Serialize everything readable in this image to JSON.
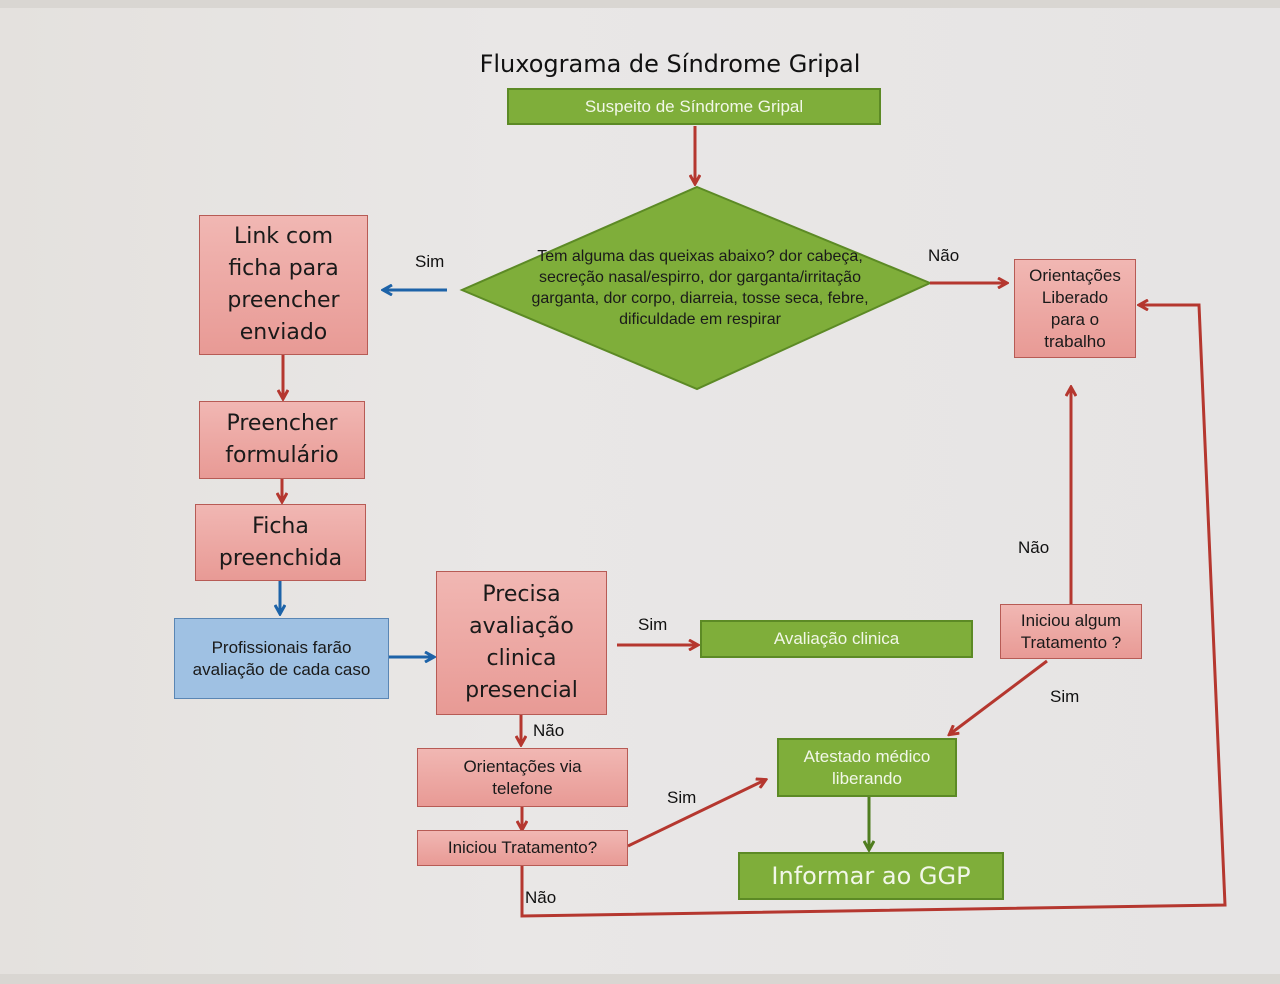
{
  "title": "Fluxograma de Síndrome Gripal",
  "nodes": {
    "suspeito": "Suspeito de Síndrome Gripal",
    "decisao_queixas": "Tem alguma das queixas abaixo? dor cabeça, secreção nasal/espirro, dor garganta/irritação garganta, dor corpo, diarreia, tosse seca, febre, dificuldade em respirar",
    "link_ficha": "Link com ficha para preencher enviado",
    "preencher_formulario": "Preencher formulário",
    "ficha_preenchida": "Ficha preenchida",
    "profissionais": "Profissionais farão avaliação de cada caso",
    "precisa_avaliacao": "Precisa avaliação clinica presencial",
    "avaliacao_clinica": "Avaliação clinica",
    "orientacoes_telefone": "Orientações via telefone",
    "iniciou_tratamento": "Iniciou Tratamento?",
    "atestado": "Atestado médico liberando",
    "informar_ggp": "Informar ao GGP",
    "orientacoes_liberado": "Orientações Liberado para o trabalho",
    "iniciou_algum": "Iniciou algum Tratamento ?"
  },
  "labels": {
    "sim": "Sim",
    "nao": "Não"
  },
  "colors": {
    "process_red": "#ea9f9a",
    "process_green": "#7fae3a",
    "process_blue": "#9fc1e3",
    "arrow_red": "#b5372f",
    "arrow_blue": "#1d63a8",
    "arrow_green": "#4f7d1f"
  }
}
